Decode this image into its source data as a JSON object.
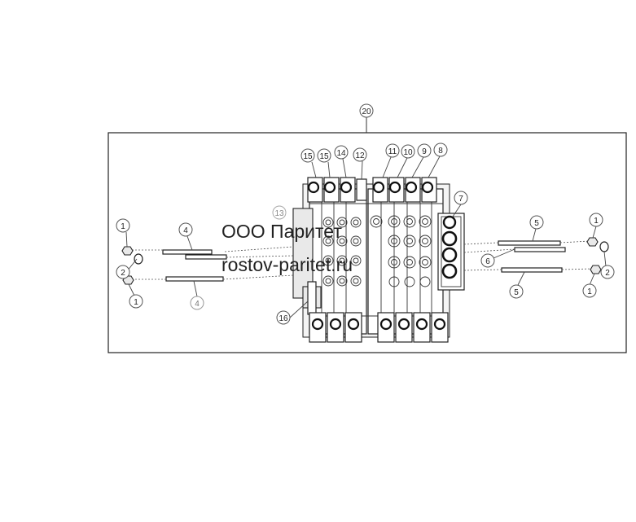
{
  "watermark": {
    "line1": "ООО Паритет",
    "line2": "rostov-paritet.ru"
  },
  "callouts": [
    {
      "id": "c20",
      "label": "20"
    },
    {
      "id": "c15a",
      "label": "15"
    },
    {
      "id": "c15b",
      "label": "15"
    },
    {
      "id": "c14",
      "label": "14"
    },
    {
      "id": "c12",
      "label": "12"
    },
    {
      "id": "c11",
      "label": "11"
    },
    {
      "id": "c10",
      "label": "10"
    },
    {
      "id": "c9",
      "label": "9"
    },
    {
      "id": "c8",
      "label": "8"
    },
    {
      "id": "c7",
      "label": "7"
    },
    {
      "id": "c13",
      "label": "13"
    },
    {
      "id": "c16",
      "label": "16"
    },
    {
      "id": "c1a",
      "label": "1"
    },
    {
      "id": "c2a",
      "label": "2"
    },
    {
      "id": "c1b",
      "label": "1"
    },
    {
      "id": "c4a",
      "label": "4"
    },
    {
      "id": "c4b",
      "label": "4"
    },
    {
      "id": "c5a",
      "label": "5"
    },
    {
      "id": "c6",
      "label": "6"
    },
    {
      "id": "c5b",
      "label": "5"
    },
    {
      "id": "c1c",
      "label": "1"
    },
    {
      "id": "c2b",
      "label": "2"
    },
    {
      "id": "c1d",
      "label": "1"
    }
  ],
  "colors": {
    "line": "#222222",
    "background": "#ffffff"
  }
}
